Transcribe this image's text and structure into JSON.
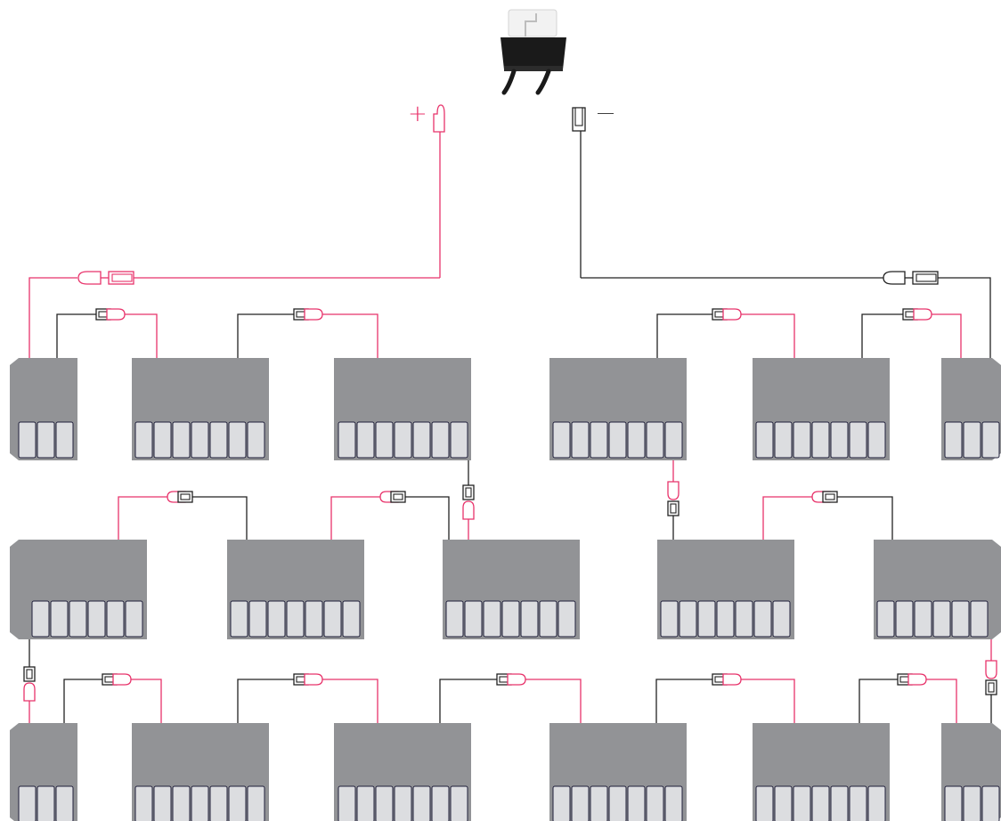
{
  "diagram": {
    "plus_symbol": "+",
    "minus_symbol": "—",
    "colors": {
      "positive_wire": "#e8336b",
      "negative_wire": "#222222",
      "module_body": "#929396",
      "cell_fill": "#dcdde0",
      "cell_border": "#1f1f3a",
      "optimizer_body": "#1a1a1a",
      "optimizer_label": "#f0f0f0"
    },
    "icons": {
      "optimizer": "power-optimizer-icon",
      "male_connector": "mc4-male-connector-icon",
      "female_connector": "mc4-female-connector-icon",
      "pv_module": "solar-panel-icon"
    },
    "module_rows": 3,
    "modules_per_row": [
      6,
      5,
      6
    ]
  }
}
